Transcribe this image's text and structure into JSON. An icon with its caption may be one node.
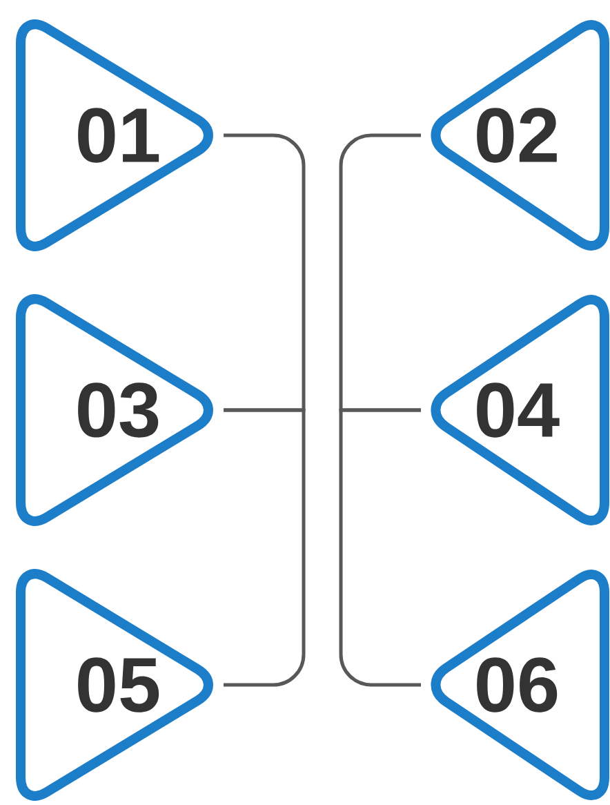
{
  "diagram": {
    "nodes": [
      {
        "text": [
          "01"
        ]
      },
      {
        "text": [
          "02"
        ]
      },
      {
        "text": [
          "03"
        ]
      },
      {
        "text": [
          "04"
        ]
      },
      {
        "text": [
          "05"
        ]
      },
      {
        "text": [
          "06"
        ]
      }
    ],
    "edges": [
      {
        "from": 0,
        "to": 2,
        "arrow": "none"
      },
      {
        "from": 2,
        "to": 4,
        "arrow": "none"
      },
      {
        "from": 1,
        "to": 3,
        "arrow": "none"
      },
      {
        "from": 3,
        "to": 5,
        "arrow": "none"
      }
    ]
  }
}
